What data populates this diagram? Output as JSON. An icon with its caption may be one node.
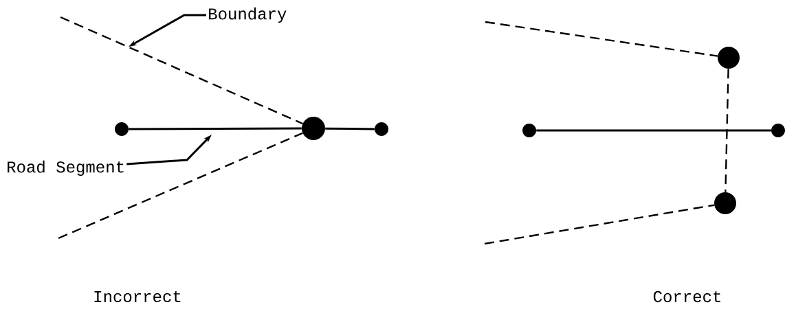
{
  "diagram": {
    "nodes": [
      {
        "text": [
          "Boundary"
        ]
      },
      {
        "text": [
          "Road Segment"
        ]
      },
      {
        "text": [],
        "shape": "circle"
      },
      {
        "text": [],
        "shape": "circle"
      },
      {
        "text": [],
        "shape": "circle"
      },
      {
        "text": [],
        "shape": "circle"
      },
      {
        "text": [],
        "shape": "circle"
      },
      {
        "text": [],
        "shape": "circle"
      },
      {
        "text": [],
        "shape": "circle"
      }
    ],
    "edges": [
      {
        "from": 2,
        "to": 3,
        "arrow": "none"
      },
      {
        "from": 3,
        "to": 4,
        "arrow": "none"
      },
      {
        "from": null,
        "to": 3,
        "arrow": "none",
        "style": "dashed"
      },
      {
        "from": null,
        "to": 3,
        "arrow": "none",
        "style": "dashed"
      },
      {
        "from": 0,
        "to": null,
        "arrow": "to"
      },
      {
        "from": 1,
        "to": null,
        "arrow": "to"
      },
      {
        "from": 5,
        "to": 6,
        "arrow": "none"
      },
      {
        "from": 7,
        "to": 8,
        "arrow": "none",
        "style": "dashed"
      },
      {
        "from": null,
        "to": 7,
        "arrow": "none",
        "style": "dashed"
      },
      {
        "from": null,
        "to": 8,
        "arrow": "none",
        "style": "dashed"
      }
    ],
    "labels": [
      "Incorrect",
      "Correct"
    ]
  }
}
